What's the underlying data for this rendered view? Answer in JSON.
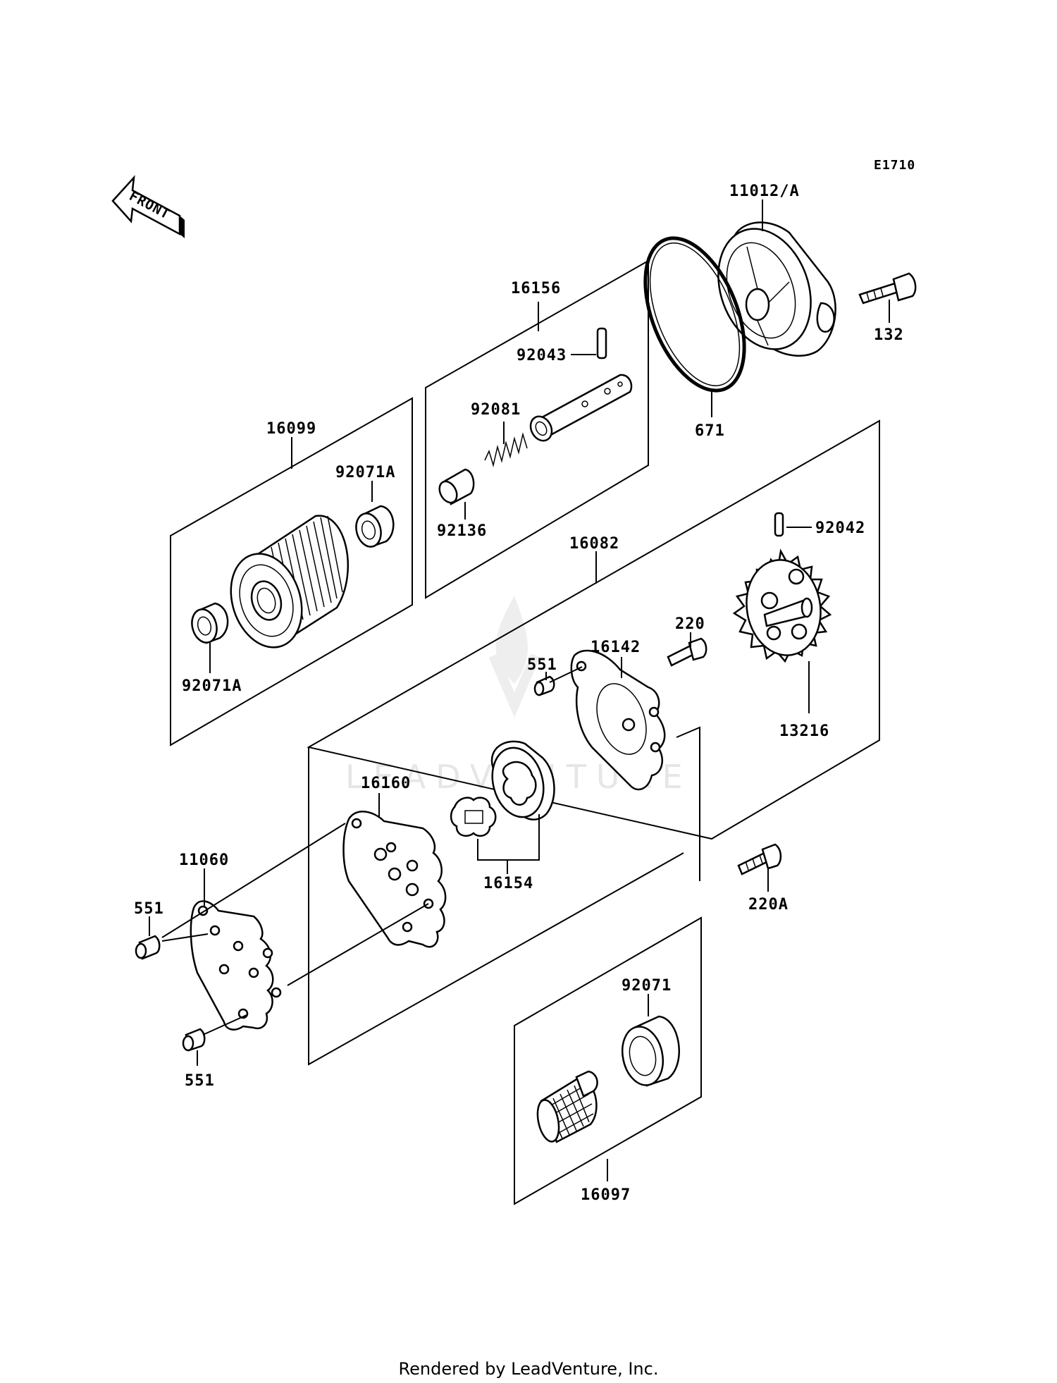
{
  "diagram_code": "E1710",
  "front_label": "FRONT",
  "watermark": "LEADVENTURE",
  "footer": "Rendered by LeadVenture, Inc.",
  "part_labels": {
    "p11012a": "11012/A",
    "p132": "132",
    "p671": "671",
    "p16156": "16156",
    "p92043": "92043",
    "p92081": "92081",
    "p92136": "92136",
    "p16099": "16099",
    "p92071a_top": "92071A",
    "p92071a_bottom": "92071A",
    "p16082": "16082",
    "p92042": "92042",
    "p220": "220",
    "p16142": "16142",
    "p551_mid": "551",
    "p13216": "13216",
    "p16160": "16160",
    "p11060": "11060",
    "p551_left": "551",
    "p551_bottom": "551",
    "p16154": "16154",
    "p220a": "220A",
    "p92071": "92071",
    "p16097": "16097"
  }
}
